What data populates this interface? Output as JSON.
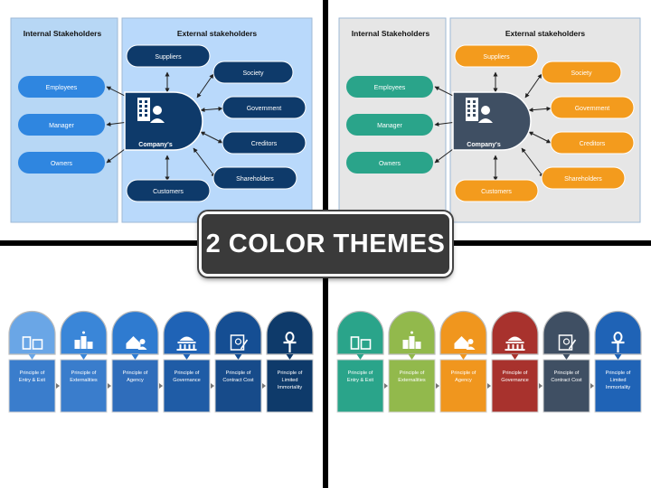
{
  "banner": {
    "text": "2 COLOR THEMES"
  },
  "stakeholders": {
    "internal_title": "Internal Stakeholders",
    "external_title": "External stakeholders",
    "center_label": "Company's",
    "internal": [
      "Employees",
      "Manager",
      "Owners"
    ],
    "external": [
      "Suppliers",
      "Society",
      "Government",
      "Creditors",
      "Shareholders",
      "Customers"
    ]
  },
  "principles": [
    {
      "title": "Principle of\nEntry & Exit",
      "icon": "door-icon"
    },
    {
      "title": "Principle of\nExternalities",
      "icon": "city-icon"
    },
    {
      "title": "Principle of\nAgency",
      "icon": "house-person-icon"
    },
    {
      "title": "Principle of\nGovernance",
      "icon": "capitol-icon"
    },
    {
      "title": "Principle of\nContract Cost",
      "icon": "contract-icon"
    },
    {
      "title": "Principle of\nLimited\nImmortality",
      "icon": "ankh-icon"
    }
  ],
  "themes": {
    "blue": {
      "internal_bg": "#b7d7f5",
      "external_bg": "#b9d9fb",
      "pill_internal": "#2f86e0",
      "center": "#0e3a6a",
      "pill_external": [
        "#0e3a6a",
        "#0e3a6a",
        "#0e3a6a",
        "#0e3a6a",
        "#0e3a6a",
        "#0e3a6a"
      ],
      "principles": [
        "#6aa6e6",
        "#3a86d8",
        "#2f7bd0",
        "#1f63b6",
        "#154e93",
        "#0e3a6a"
      ],
      "principle_text": [
        "#3a7dcc",
        "#3a7dcc",
        "#2f6dbb",
        "#1f5ca6",
        "#174b8a",
        "#0e3a6a"
      ]
    },
    "color": {
      "internal_bg": "#e6e6e6",
      "external_bg": "#e6e6e6",
      "pill_internal": "#2aa48a",
      "center": "#3f4f63",
      "pill_external": [
        "#f39b1d",
        "#f39b1d",
        "#f39b1d",
        "#f39b1d",
        "#f39b1d",
        "#f39b1d"
      ],
      "principles": [
        "#2aa48a",
        "#92b94c",
        "#f0961e",
        "#a8322d",
        "#3f4f63",
        "#1f63b6"
      ],
      "principle_text": [
        "#2aa48a",
        "#92b94c",
        "#f0961e",
        "#a8322d",
        "#3f4f63",
        "#1f63b6"
      ]
    }
  }
}
